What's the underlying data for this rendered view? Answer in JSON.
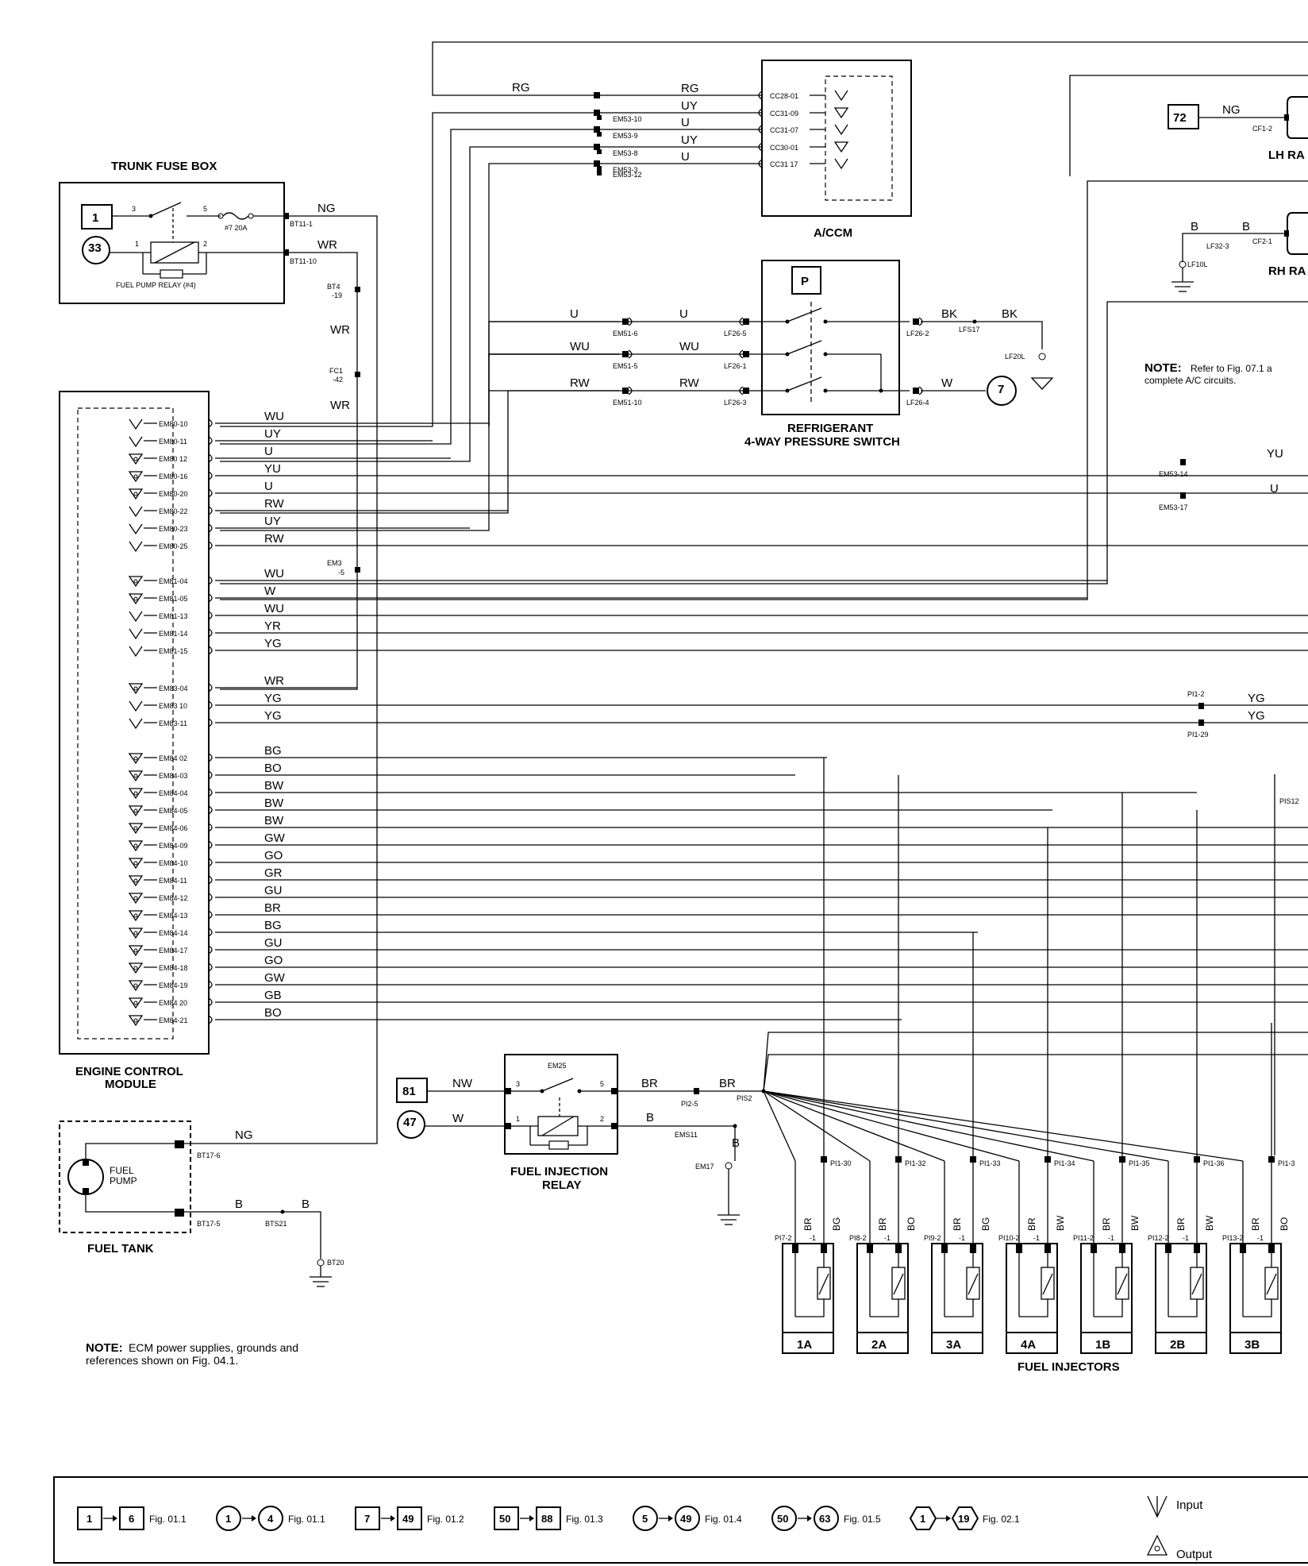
{
  "components": {
    "trunk_fuse_box": "TRUNK FUSE BOX",
    "fuel_pump_relay": "FUEL PUMP RELAY (#4)",
    "fuse": "#7 20A",
    "accm": "A/CCM",
    "lh_rad": "LH RA",
    "rh_rad": "RH RA",
    "pressure_switch_l1": "REFRIGERANT",
    "pressure_switch_l2": "4-WAY PRESSURE SWITCH",
    "pressure_switch_symbol": "P",
    "ecm_l1": "ENGINE CONTROL",
    "ecm_l2": "MODULE",
    "fuel_pump_l1": "FUEL",
    "fuel_pump_l2": "PUMP",
    "fuel_tank": "FUEL TANK",
    "fir_l1": "FUEL INJECTION",
    "fir_l2": "RELAY",
    "fir_id": "EM25",
    "fuel_injectors": "FUEL INJECTORS"
  },
  "notes": {
    "ac_note_bold": "NOTE:",
    "ac_note_l1": "Refer to Fig. 07.1 a",
    "ac_note_l2": "complete A/C circuits.",
    "ecm_note_bold": "NOTE:",
    "ecm_note_l1": "ECM power supplies, grounds and",
    "ecm_note_l2": "references shown on Fig. 04.1."
  },
  "refs": {
    "r1": "1",
    "r33": "33",
    "r72": "72",
    "r7": "7",
    "r81": "81",
    "r47": "47"
  },
  "ecm_pins": [
    {
      "pin": "EM80-10",
      "wire": "WU"
    },
    {
      "pin": "EM80-11",
      "wire": "UY"
    },
    {
      "pin": "EM80 12",
      "wire": "U"
    },
    {
      "pin": "EM80-16",
      "wire": "YU"
    },
    {
      "pin": "EM80-20",
      "wire": "U"
    },
    {
      "pin": "EM80-22",
      "wire": "RW"
    },
    {
      "pin": "EM80-23",
      "wire": "UY"
    },
    {
      "pin": "EM80-25",
      "wire": "RW"
    },
    {
      "pin": "EM81-04",
      "wire": "WU"
    },
    {
      "pin": "EM81-05",
      "wire": "W"
    },
    {
      "pin": "EM81-13",
      "wire": "WU"
    },
    {
      "pin": "EM81-14",
      "wire": "YR"
    },
    {
      "pin": "EM81-15",
      "wire": "YG"
    },
    {
      "pin": "EM83-04",
      "wire": "WR"
    },
    {
      "pin": "EM83 10",
      "wire": "YG"
    },
    {
      "pin": "EM83-11",
      "wire": "YG"
    },
    {
      "pin": "EM84 02",
      "wire": "BG"
    },
    {
      "pin": "EM84-03",
      "wire": "BO"
    },
    {
      "pin": "EM84-04",
      "wire": "BW"
    },
    {
      "pin": "EM84-05",
      "wire": "BW"
    },
    {
      "pin": "EM84-06",
      "wire": "BW"
    },
    {
      "pin": "EM84-09",
      "wire": "GW"
    },
    {
      "pin": "EM84-10",
      "wire": "GO"
    },
    {
      "pin": "EM84-11",
      "wire": "GR"
    },
    {
      "pin": "EM84-12",
      "wire": "GU"
    },
    {
      "pin": "EM84-13",
      "wire": "BR"
    },
    {
      "pin": "EM84-14",
      "wire": "BG"
    },
    {
      "pin": "EM84-17",
      "wire": "GU"
    },
    {
      "pin": "EM84-18",
      "wire": "GO"
    },
    {
      "pin": "EM84-19",
      "wire": "GW"
    },
    {
      "pin": "EM84 20",
      "wire": "GB"
    },
    {
      "pin": "EM84-21",
      "wire": "BO"
    }
  ],
  "accm_pins": [
    {
      "pin": "CC28-01",
      "conn": "",
      "wire": "RG"
    },
    {
      "pin": "CC31-09",
      "conn": "EM53-10",
      "wire": "UY"
    },
    {
      "pin": "CC31-07",
      "conn": "EM53-9",
      "wire": "U"
    },
    {
      "pin": "CC30-01",
      "conn": "EM53-8",
      "wire": "UY"
    },
    {
      "pin": "CC31 17",
      "conn": "EM53-3",
      "wire": "U"
    },
    {
      "pin": "",
      "conn": "EM53-12",
      "wire": ""
    }
  ],
  "accm_rg_left": "RG",
  "switch_rows": [
    {
      "lwire": "U",
      "conn": "EM51-6",
      "rwire": "U",
      "pin": "LF26-5",
      "outpin": "LF26-2",
      "outwire": "BK"
    },
    {
      "lwire": "WU",
      "conn": "EM51-5",
      "rwire": "WU",
      "pin": "LF26-1",
      "outpin": "",
      "outwire": ""
    },
    {
      "lwire": "RW",
      "conn": "EM51-10",
      "rwire": "RW",
      "pin": "LF26-3",
      "outpin": "LF26-4",
      "outwire": "W"
    }
  ],
  "switch_misc": {
    "splice": "LFS17",
    "bk2": "BK",
    "ground": "LF20L"
  },
  "trunk": {
    "pin3": "3",
    "pin5": "5",
    "pin1": "1",
    "pin2": "2",
    "bt11_1": "BT11-1",
    "bt11_10": "BT11-10",
    "ng": "NG",
    "wr": "WR",
    "bt4": "BT4",
    "bt4b": "-19",
    "fc1": "FC1",
    "fc1b": "-42",
    "wr2": "WR",
    "wr3": "WR",
    "em3": "EM3",
    "em3b": "-5"
  },
  "radiator": {
    "ng": "NG",
    "cf12": "CF1-2",
    "b1": "B",
    "b2": "B",
    "lf323": "LF32-3",
    "cf21": "CF2-1",
    "lf10l": "LF10L"
  },
  "right_conns": {
    "yu": "YU",
    "em53_14": "EM53-14",
    "u": "U",
    "em53_17": "EM53-17",
    "pi12": "PI1-2",
    "yg1": "YG",
    "yg2": "YG",
    "pi129": "PI1-29",
    "pis12": "PIS12"
  },
  "fuel_pump": {
    "ng": "NG",
    "bt176": "BT17-6",
    "bt175": "BT17-5",
    "b1": "B",
    "b2": "B",
    "bts21": "BTS21",
    "bt20": "BT20"
  },
  "fir": {
    "nw": "NW",
    "w": "W",
    "p3": "3",
    "p5": "5",
    "p1": "1",
    "p2": "2",
    "br1": "BR",
    "br2": "BR",
    "pi25": "PI2-5",
    "pis2": "PIS2",
    "b": "B",
    "b2": "B",
    "ems11": "EMS11",
    "em17": "EM17"
  },
  "injectors": [
    {
      "name": "1A",
      "wires": [
        "BR",
        "BG"
      ],
      "conn": "PI1-30",
      "pins": [
        "PI7-2",
        "-1"
      ]
    },
    {
      "name": "2A",
      "wires": [
        "BR",
        "BO"
      ],
      "conn": "PI1-32",
      "pins": [
        "PI8-2",
        "-1"
      ]
    },
    {
      "name": "3A",
      "wires": [
        "BR",
        "BG"
      ],
      "conn": "PI1-33",
      "pins": [
        "PI9-2",
        "-1"
      ]
    },
    {
      "name": "4A",
      "wires": [
        "BR",
        "BW"
      ],
      "conn": "PI1-34",
      "pins": [
        "PI10-2",
        "-1"
      ]
    },
    {
      "name": "1B",
      "wires": [
        "BR",
        "BW"
      ],
      "conn": "PI1-35",
      "pins": [
        "PI11-2",
        "-1"
      ]
    },
    {
      "name": "2B",
      "wires": [
        "BR",
        "BW"
      ],
      "conn": "PI1-36",
      "pins": [
        "PI12-2",
        "-1"
      ]
    },
    {
      "name": "3B",
      "wires": [
        "BR",
        "BO"
      ],
      "conn": "PI1-3",
      "pins": [
        "PI13-2",
        "-1"
      ]
    }
  ],
  "legend": {
    "items": [
      {
        "from": "1",
        "to": "6",
        "fig": "Fig. 01.1",
        "shape": "sq"
      },
      {
        "from": "1",
        "to": "4",
        "fig": "Fig. 01.1",
        "shape": "circ"
      },
      {
        "from": "7",
        "to": "49",
        "fig": "Fig. 01.2",
        "shape": "sq"
      },
      {
        "from": "50",
        "to": "88",
        "fig": "Fig. 01.3",
        "shape": "sq"
      },
      {
        "from": "5",
        "to": "49",
        "fig": "Fig. 01.4",
        "shape": "circ"
      },
      {
        "from": "50",
        "to": "63",
        "fig": "Fig. 01.5",
        "shape": "circ"
      },
      {
        "from": "1",
        "to": "19",
        "fig": "Fig. 02.1",
        "shape": "hex"
      }
    ],
    "input": "Input",
    "output": "Output"
  }
}
